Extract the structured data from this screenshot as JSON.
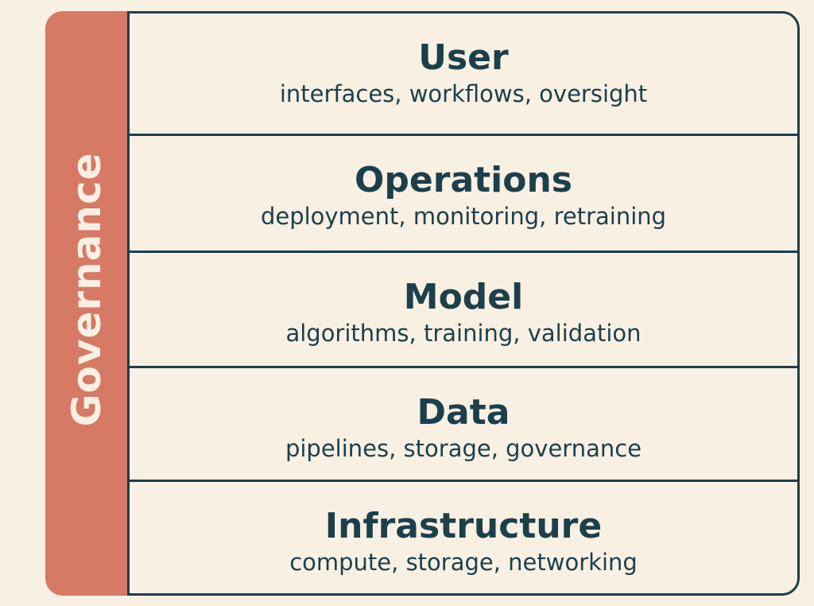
{
  "governance": {
    "label": "Governance"
  },
  "layers": [
    {
      "title": "User",
      "description": "interfaces, workflows, oversight"
    },
    {
      "title": "Operations",
      "description": "deployment, monitoring, retraining"
    },
    {
      "title": "Model",
      "description": "algorithms, training,  validation"
    },
    {
      "title": "Data",
      "description": "pipelines, storage, governance"
    },
    {
      "title": "Infrastructure",
      "description": "compute, storage, networking"
    }
  ],
  "colors": {
    "background": "#f8f0e2",
    "governance_bar": "#d67965",
    "text_and_lines": "#1c3f4c"
  }
}
